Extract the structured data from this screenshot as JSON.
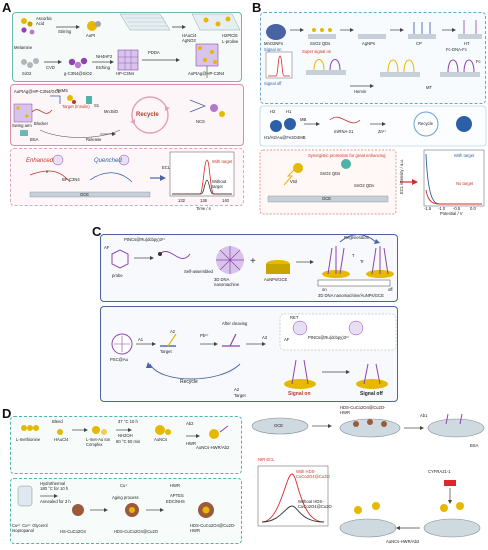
{
  "panels": {
    "a": {
      "label": "A",
      "row1": [
        "Ascorbic Acid",
        "AuPt",
        "Stirring",
        "Melamine",
        "NH4HF2",
        "PDDA",
        "HAuCl4",
        "AgNO3",
        "H2PtCl6",
        "L-proline",
        "CVD",
        "Etching",
        "SiO2",
        "g-C3N4@SiO2",
        "HP-C3N4",
        "AuPtAg@HP-C3N4"
      ],
      "row2": [
        "AuPtAg@HP-C3N4/GCE",
        "THMS",
        "Target (Insulin)",
        "S1",
        "Swing arm",
        "Blocker",
        "BSA",
        "Release",
        "Recycle",
        "Mn:BiO",
        "NCS"
      ],
      "row3": [
        "Enhanced",
        "Quenched",
        "BP-C3N4",
        "GCE",
        "Time / s",
        "With target",
        "Without target",
        "132",
        "136",
        "140",
        "e⁻",
        "ECL"
      ]
    },
    "b": {
      "label": "B",
      "row1": [
        "MnO2NFs",
        "SnO2 QDs",
        "AgNPs",
        "CP",
        "HT",
        "Fc-DNA-Fc",
        "Super signal on",
        "Signal on",
        "Signal off",
        "Hemin",
        "MT",
        "Fc"
      ],
      "row2": [
        "H1/H2/Au@Fe3O4MB",
        "miRNA-21",
        "Zn²⁺",
        "H2",
        "H1",
        "MB",
        "Recycle"
      ],
      "row3": [
        "Synergistic promotion for great enhancing",
        "SnO2 QDs",
        "SnO2 QDv",
        "GCE",
        "With target",
        "No target",
        "Potential / V",
        "ECL intensity / a.u.",
        "-1.5",
        "-1.0",
        "-0.5",
        "0.0",
        "Vtol"
      ]
    },
    "c": {
      "label": "C",
      "row1": [
        "PtNCs@Ru(dcbpy)3²⁺",
        "AF",
        "probe",
        "Self-assembled",
        "3D DNA nanomachine",
        "AuNPs/GCE",
        "Regeneration",
        "on",
        "off",
        "3D DNA nanomachine/AuNPs/GCE",
        "T",
        "Tr"
      ],
      "row2": [
        "PSC@Au",
        "A1",
        "A2",
        "Target",
        "Pb²⁺",
        "After cleaving",
        "Recycle",
        "A3",
        "A2",
        "Target",
        "RET",
        "PtNCs@Ru(dcbpy)3²⁺",
        "AF",
        "Signal on",
        "Signal off"
      ]
    },
    "d": {
      "label": "D",
      "left": [
        "Blend",
        "L-methionine",
        "HAuCl4",
        "L-met-Au Ion Complex",
        "37 °C 10 h",
        "NH2OH",
        "60 °C 50 min",
        "AuNCs",
        "Ab2",
        "HWR",
        "AuNCs-HWR/Ab2",
        "Hydrothermal",
        "180 °C for 10 h",
        "Annealed for 3 h",
        "Cu²⁺ Cu²⁺ Glycerol Isopropanol",
        "HS-CuCo2O4",
        "Cu⁺",
        "Aging process",
        "HDS-CuCo2O4@Cu2O",
        "HWR",
        "APTES",
        "EDC/NHS",
        "HDS-CuCo2O4@Cu2O-HWR"
      ],
      "right": [
        "GCE",
        "HDS-CuCo2O4@Cu2O-HWR",
        "Ab1",
        "BSA",
        "NIR ECL",
        "With HDS-CuCo2O4@Cu2O",
        "Without HDS-CuCo2O4@Cu2O",
        "CYFRA21-1",
        "AuNCs-HWR/Ab2"
      ]
    }
  },
  "colors": {
    "a_border": "#6bb9b0",
    "a_row2_border": "#d98fa3",
    "a_row3_border": "#e2a1b4",
    "b_border": "#6aa5cf",
    "b_row3_border": "#e6949a",
    "c_border": "#4a63a5",
    "d_border": "#4fb3a6",
    "gold": "#e6b800",
    "purple": "#8e44ad",
    "red_curve": "#d62b2b",
    "blue_curve": "#2c5fa8"
  }
}
